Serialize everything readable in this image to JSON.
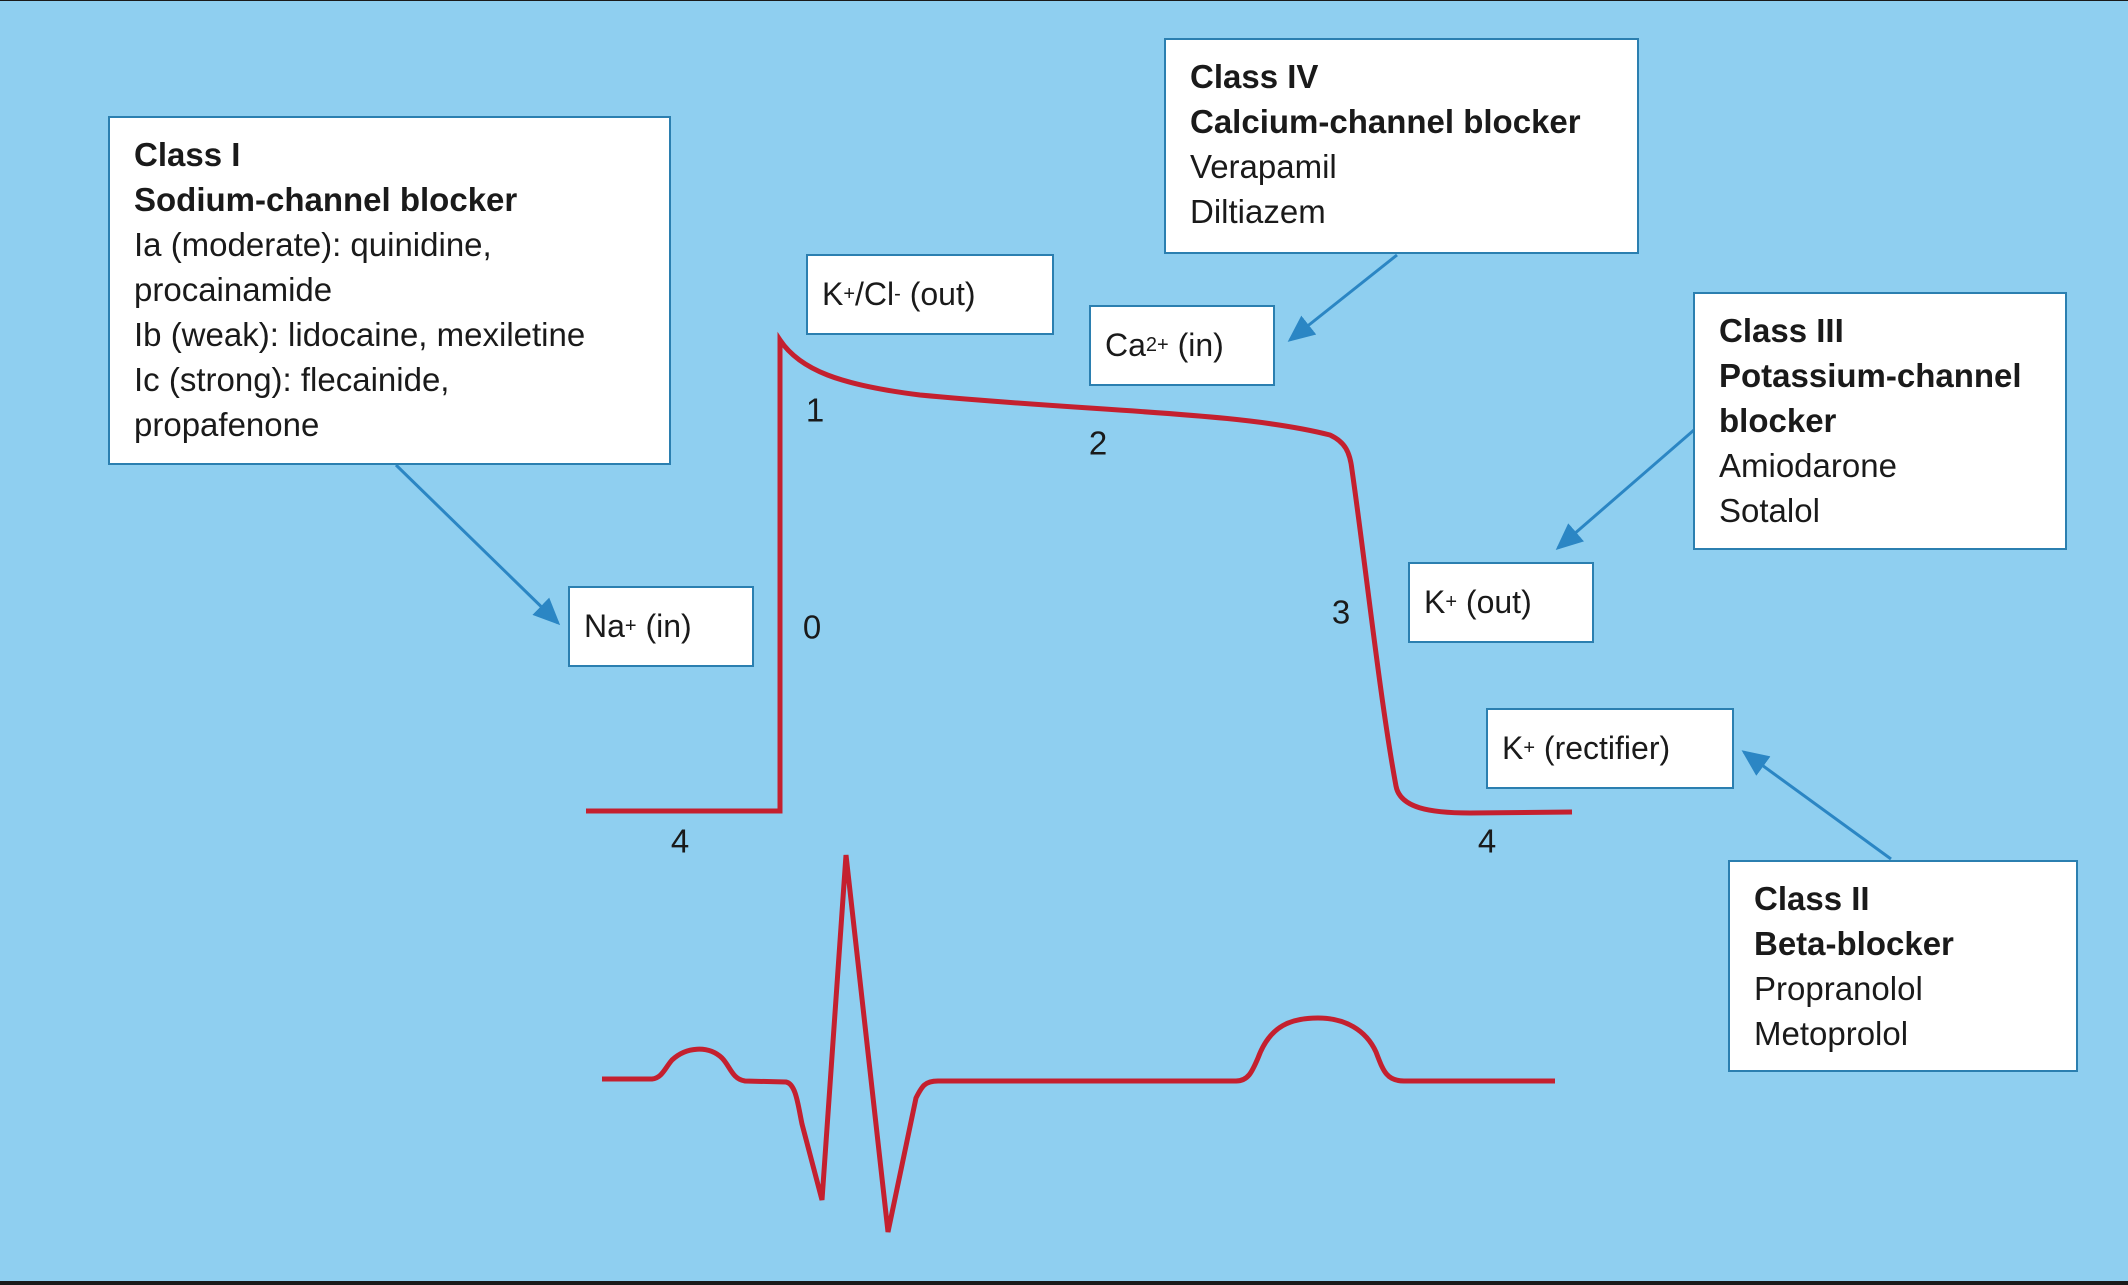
{
  "classes": {
    "class1": {
      "title": "Class I",
      "subtitle": "Sodium-channel blocker",
      "lines": [
        "Ia (moderate): quinidine,",
        "procainamide",
        "Ib (weak): lidocaine, mexiletine",
        "Ic (strong): flecainide,",
        "propafenone"
      ]
    },
    "class2": {
      "title": "Class II",
      "subtitle": "Beta-blocker",
      "lines": [
        "Propranolol",
        "Metoprolol"
      ]
    },
    "class3": {
      "title": "Class III",
      "subtitle_lines": [
        "Potassium-channel",
        "blocker"
      ],
      "lines": [
        "Amiodarone",
        "Sotalol"
      ]
    },
    "class4": {
      "title": "Class IV",
      "subtitle": "Calcium-channel blocker",
      "lines": [
        "Verapamil",
        "Diltiazem"
      ]
    }
  },
  "ions": {
    "na_in": {
      "symbol": "Na",
      "sup": "+",
      "label": " (in)"
    },
    "kcl_out": {
      "symbol": "K",
      "sup": "+",
      "mid": "/Cl",
      "sup2": "-",
      "label": " (out)"
    },
    "ca_in": {
      "symbol": "Ca",
      "sup": "2+",
      "label": " (in)"
    },
    "k_out": {
      "symbol": "K",
      "sup": "+",
      "label": " (out)"
    },
    "k_rectifier": {
      "symbol": "K",
      "sup": "+",
      "label": " (rectifier)"
    }
  },
  "phases": {
    "p0": "0",
    "p1": "1",
    "p2": "2",
    "p3": "3",
    "p4a": "4",
    "p4b": "4"
  },
  "colors": {
    "trace": "#c4202f",
    "arrow": "#2b86c4",
    "background": "#8fcff0",
    "box_border": "#2b7fb0"
  }
}
